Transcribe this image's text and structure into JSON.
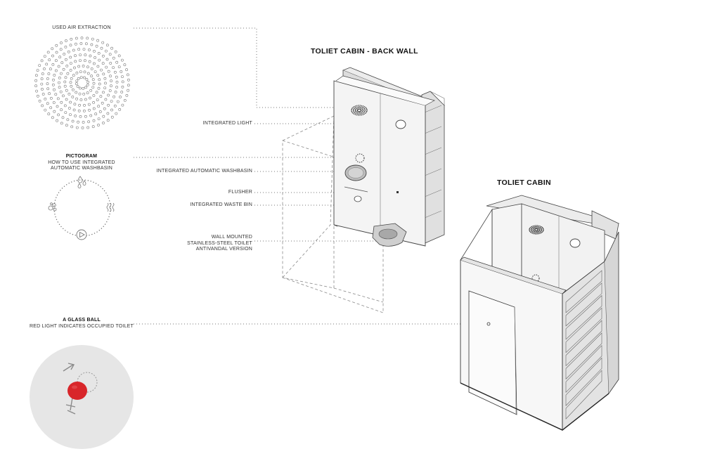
{
  "titles": {
    "back_wall": "TOLIET CABIN - BACK WALL",
    "cabin": "TOLIET CABIN"
  },
  "labels": {
    "air_extraction": "USED AIR EXTRACTION",
    "pictogram_title": "PICTOGRAM",
    "pictogram_line1": "HOW TO USE INTEGRATED",
    "pictogram_line2": "AUTOMATIC WASHBASIN",
    "glass_ball_title": "A GLASS BALL",
    "glass_ball_desc": "RED LIGHT INDICATES OCCUPIED TOILET",
    "integrated_light": "INTEGRATED LIGHT",
    "washbasin": "INTEGRATED AUTOMATIC WASHBASIN",
    "flusher": "FLUSHER",
    "waste_bin": "INTEGRATED WASTE BIN",
    "toilet_line1": "WALL MOUNTED",
    "toilet_line2": "STAINLESS-STEEL TOILET",
    "toilet_line3": "ANTIVANDAL VERSION"
  },
  "icons": {
    "air_extraction": "perforated-dot-pattern-icon",
    "pictogram_cycle": "washbasin-cycle-icon",
    "glass_ball": "occupied-indicator-ball-icon"
  },
  "colors": {
    "occupied_red": "#d8262a",
    "ball_background": "#e6e6e6",
    "line": "#555555"
  }
}
